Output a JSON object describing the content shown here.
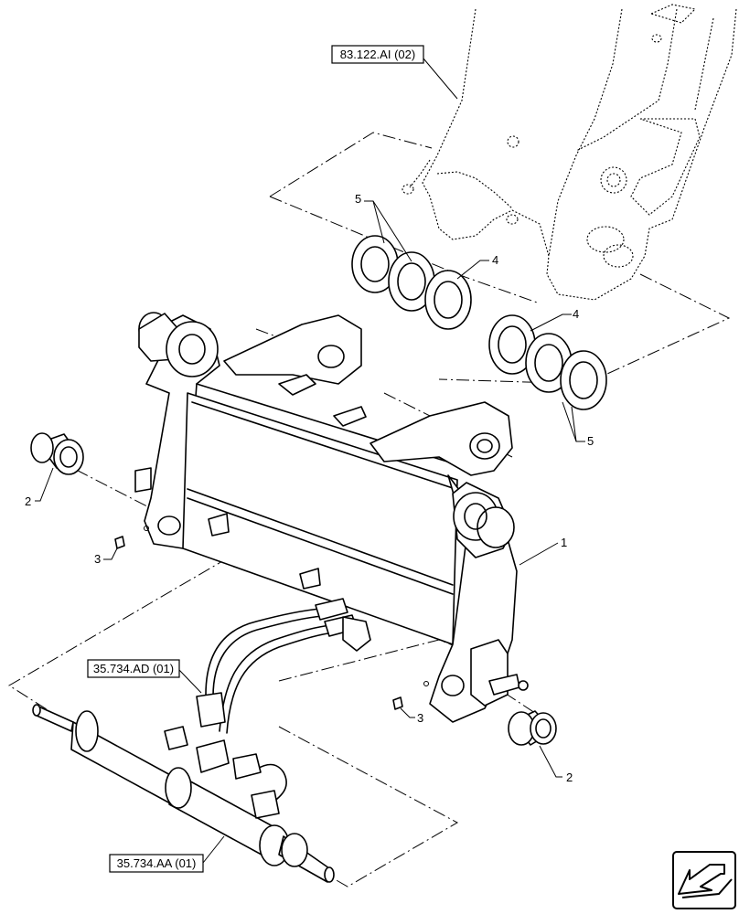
{
  "references": {
    "boom": "83.122.AI (02)",
    "hoses": "35.734.AD (01)",
    "cylinder": "35.734.AA (01)"
  },
  "callouts": {
    "coupler_frame": "1",
    "bushing_left": "2",
    "bushing_right": "2",
    "grease_fitting_left": "3",
    "grease_fitting_right": "3",
    "shim_upper_left": "4",
    "shim_right": "4",
    "spacer_group_left": "5",
    "spacer_group_right": "5"
  },
  "icons": {
    "nav": "arrow-bottom-left-icon"
  }
}
